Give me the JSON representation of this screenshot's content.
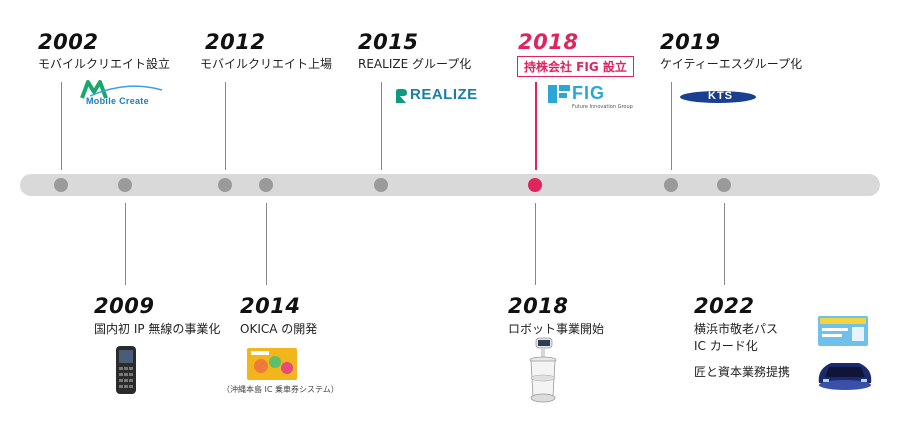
{
  "events_top": [
    {
      "year": "2002",
      "text": "モバイルクリエイト設立"
    },
    {
      "year": "2012",
      "text": "モバイルクリエイト上場"
    },
    {
      "year": "2015",
      "text": "REALIZE グループ化"
    },
    {
      "year": "2018",
      "badge": "持株会社 FIG 設立"
    },
    {
      "year": "2019",
      "text": "ケイティーエスグループ化"
    }
  ],
  "events_bottom": [
    {
      "year": "2009",
      "text": "国内初 IP 無線の事業化"
    },
    {
      "year": "2014",
      "text": "OKICA の開発",
      "note": "（沖縄本島 IC 乗車券システム）"
    },
    {
      "year": "2018",
      "text": "ロボット事業開始"
    },
    {
      "year": "2022",
      "lines": [
        "横浜市敬老パス",
        "IC カード化",
        "匠と資本業務提携"
      ]
    }
  ],
  "logos": {
    "mobile_create": {
      "text": "Mobile Create"
    },
    "realize": {
      "text": "REALIZE"
    },
    "fig": {
      "text": "FIG",
      "sub": "Future Innovation Group"
    },
    "kts": {
      "text": "KTS"
    }
  },
  "colors": {
    "highlight": "#e0245e",
    "track": "#d9d9d9",
    "dot": "#9a9a9a"
  }
}
